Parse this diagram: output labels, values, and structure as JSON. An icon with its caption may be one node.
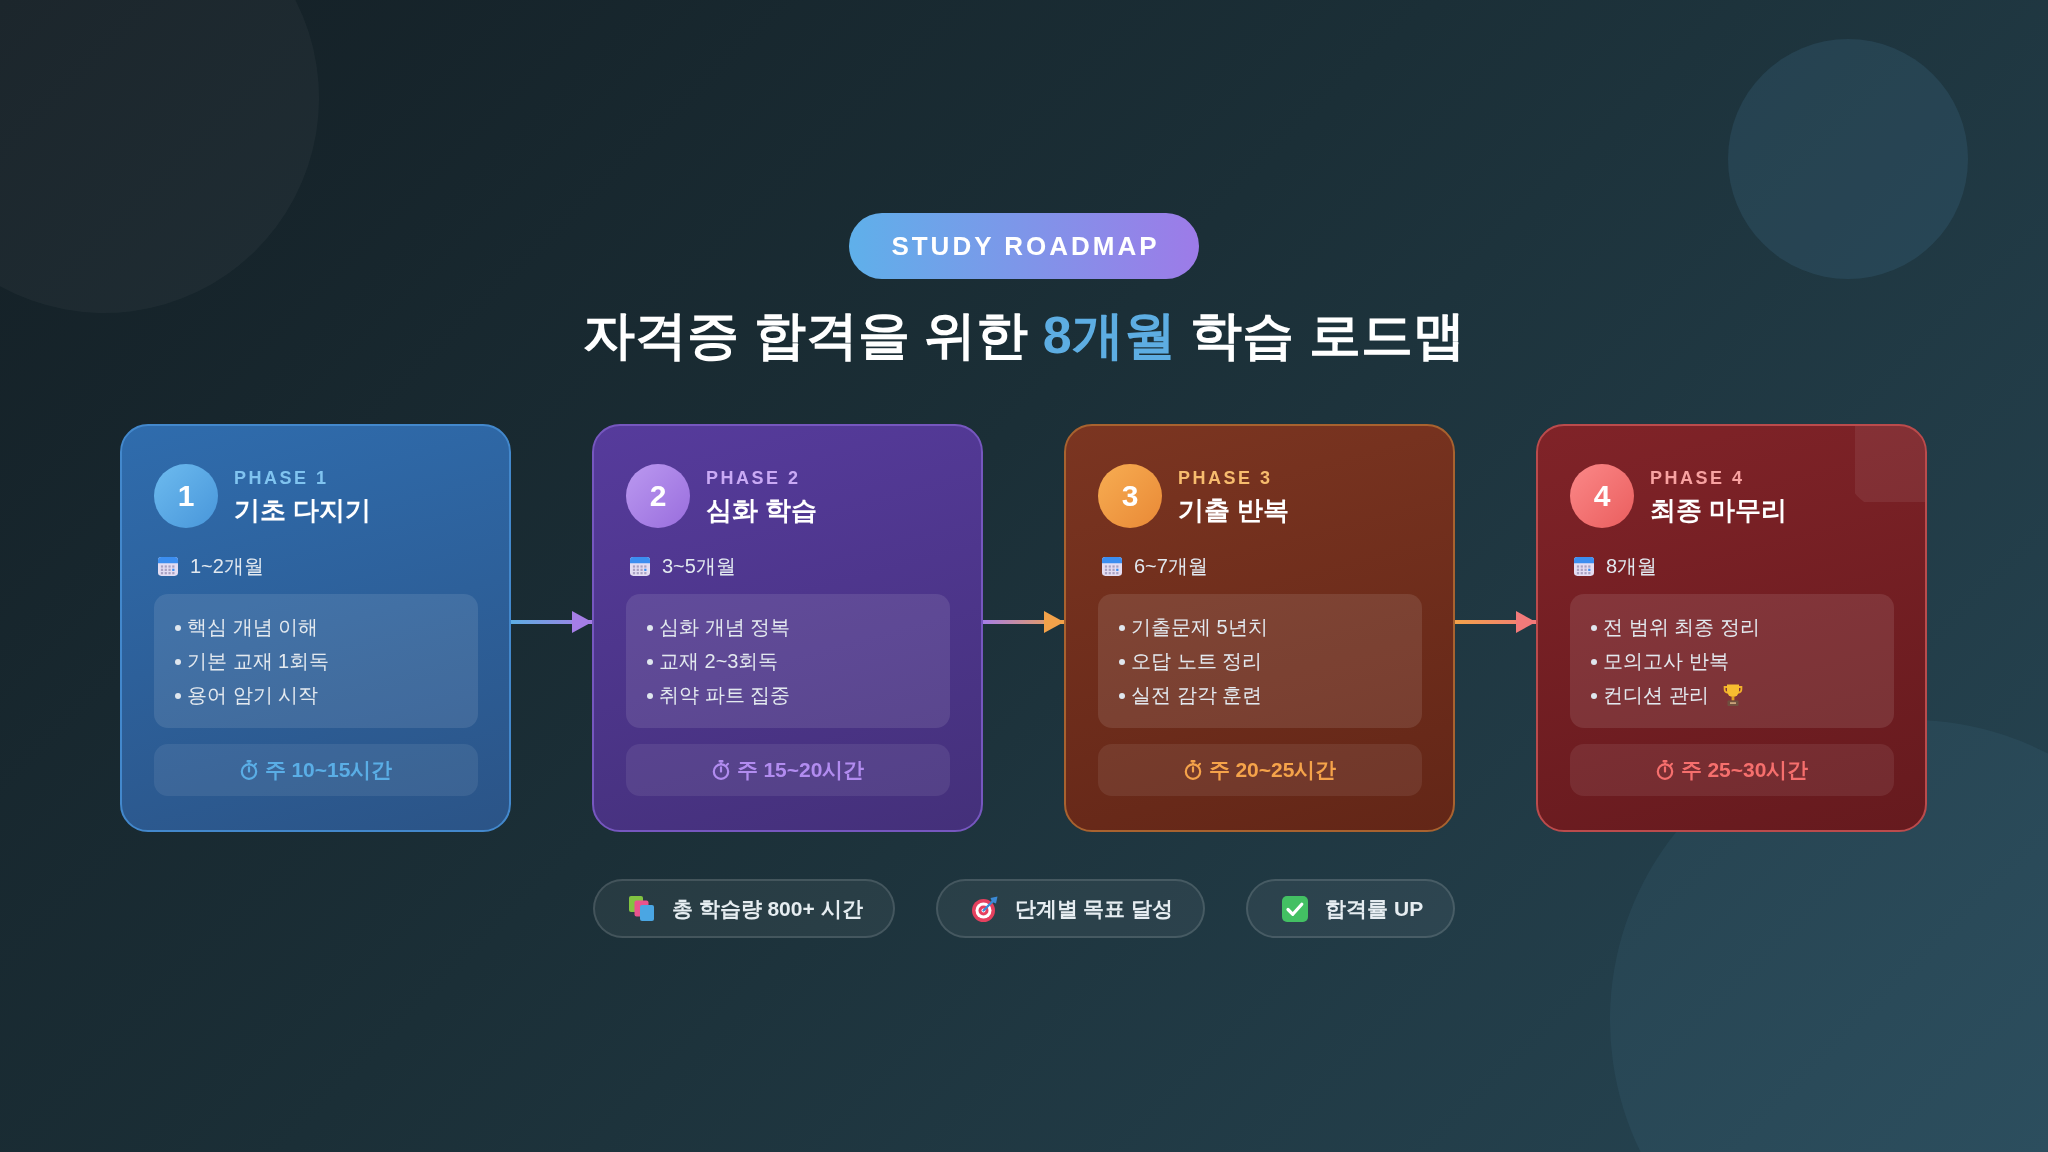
{
  "diagram": {
    "title": "자격증 합격을 위한 *8개월* 학습 로드맵",
    "nodes": [
      {
        "text": [
          "STUDY ROADMAP"
        ]
      },
      {
        "text": [
          "PHASE 1",
          "기초 다지기",
          "1~2개월"
        ]
      },
      {
        "text": [
          "1"
        ],
        "in": 1
      },
      {
        "text": [
          "핵심 개념 이해",
          "기본 교재 1회독",
          "용어 암기 시작"
        ],
        "in": 1
      },
      {
        "text": [
          "주 10~15시간"
        ],
        "in": 1
      },
      {
        "text": [
          "PHASE 2",
          "심화 학습",
          "3~5개월"
        ]
      },
      {
        "text": [
          "2"
        ],
        "in": 5
      },
      {
        "text": [
          "심화 개념 정복",
          "교재 2~3회독",
          "취약 파트 집중"
        ],
        "in": 5
      },
      {
        "text": [
          "주 15~20시간"
        ],
        "in": 5
      },
      {
        "text": [
          "PHASE 3",
          "기출 반복",
          "6~7개월"
        ]
      },
      {
        "text": [
          "3"
        ],
        "in": 9
      },
      {
        "text": [
          "기출문제 5년치",
          "오답 노트 정리",
          "실전 감각 훈련"
        ],
        "in": 9
      },
      {
        "text": [
          "주 20~25시간"
        ],
        "in": 9
      },
      {
        "text": [
          "PHASE 4",
          "최종 마무리",
          "8개월"
        ]
      },
      {
        "text": [
          "4"
        ],
        "in": 13
      },
      {
        "text": [
          "전 범위 최종 정리",
          "모의고사 반복",
          "컨디션 관리"
        ],
        "in": 13
      },
      {
        "text": [
          "주 25~30시간"
        ],
        "in": 13
      },
      {
        "text": [
          "총 학습량 800+ 시간"
        ]
      },
      {
        "text": [
          "단계별 목표 달성"
        ]
      },
      {
        "text": [
          "합격률 UP"
        ]
      }
    ],
    "edges": [
      {
        "from": 1,
        "to": 5,
        "arrow": "to"
      },
      {
        "from": 5,
        "to": 9,
        "arrow": "to"
      },
      {
        "from": 9,
        "to": 13,
        "arrow": "to"
      }
    ]
  }
}
